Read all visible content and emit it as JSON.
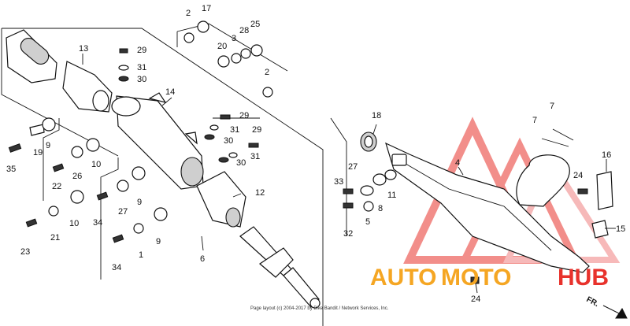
{
  "diagram": {
    "part_numbers": {
      "p2a": "2",
      "p17": "17",
      "p2b": "2",
      "p3": "3",
      "p28": "28",
      "p25": "25",
      "p20": "20",
      "p13": "13",
      "p29a": "29",
      "p31a": "31",
      "p30a": "30",
      "p14": "14",
      "p29b": "29",
      "p31b": "31",
      "p30b": "30",
      "p29c": "29",
      "p31c": "31",
      "p30c": "30",
      "p35": "35",
      "p19": "19",
      "p9a": "9",
      "p26": "26",
      "p10a": "10",
      "p22": "22",
      "p27a": "27",
      "p9b": "9",
      "p10b": "10",
      "p34a": "34",
      "p21": "21",
      "p23": "23",
      "p9c": "9",
      "p1": "1",
      "p34b": "34",
      "p12": "12",
      "p6": "6",
      "p18": "18",
      "p7a": "7",
      "p7b": "7",
      "p4": "4",
      "p16": "16",
      "p27b": "27",
      "p33": "33",
      "p11": "11",
      "p8": "8",
      "p5": "5",
      "p32": "32",
      "p24a": "24",
      "p15": "15",
      "p24b": "24"
    },
    "credit": "Page layout (c) 2004-2017 by Bike Bandit / Network Services, Inc.",
    "direction_label": "FR."
  },
  "watermark": {
    "part1": "AUTO",
    "part2": "MOTO",
    "part3": "HUB",
    "colors": {
      "orange": "#f5a623",
      "red": "#e8322c",
      "triangle": "#f08080"
    }
  }
}
